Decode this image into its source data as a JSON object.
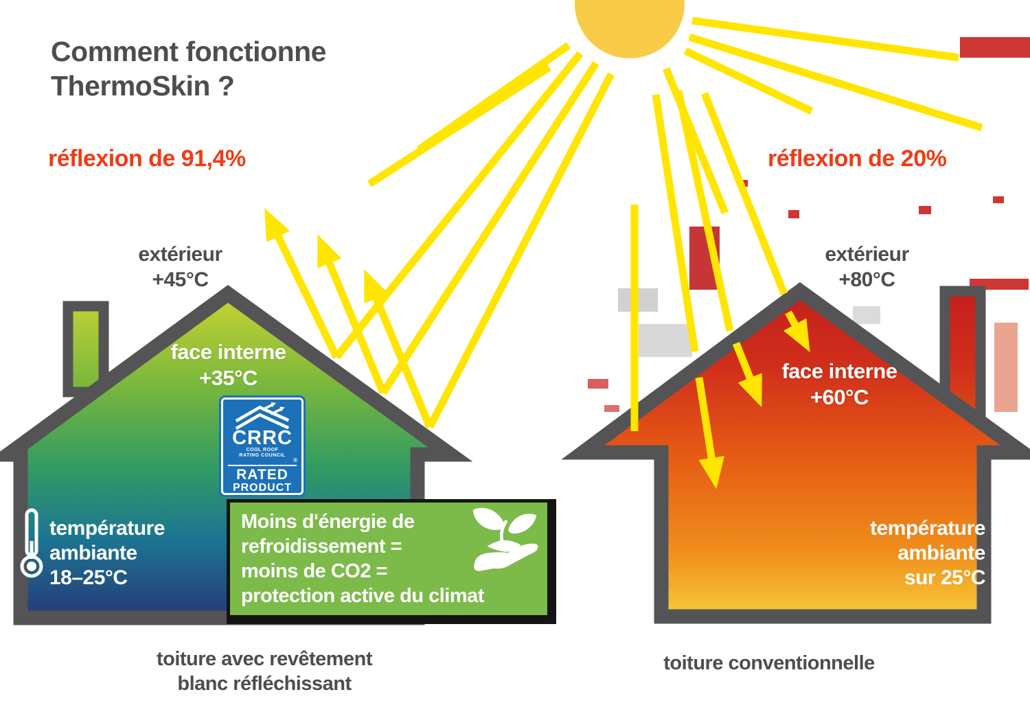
{
  "title": {
    "line1": "Comment fonctionne",
    "line2": "ThermoSkin ?"
  },
  "left_house": {
    "reflection_label": "réflexion de 91,4%",
    "surface_line1": "extérieur",
    "surface_line2": "+45°C",
    "inner_line1": "face interne",
    "inner_line2": "+35°C",
    "ambient_line1": "température",
    "ambient_line2": "ambiante",
    "ambient_line3": "18–25°C",
    "caption_line1": "toiture avec revêtement",
    "caption_line2": "blanc réfléchissant"
  },
  "right_house": {
    "reflection_label": "réflexion de 20%",
    "surface_line1": "extérieur",
    "surface_line2": "+80°C",
    "inner_line1": "face interne",
    "inner_line2": "+60°C",
    "ambient_line1": "température",
    "ambient_line2": "ambiante",
    "ambient_line3": "sur 25°C",
    "caption": "toiture conventionnelle"
  },
  "benefit_box": {
    "line1": "Moins d'énergie de",
    "line2": "refroidissement =",
    "line3": "moins de CO2 =",
    "line4": "protection active du climat"
  },
  "crrc_logo": {
    "acronym": "CRRC",
    "sub1": "COOL ROOF",
    "sub2": "RATING COUNCIL",
    "registered": "®",
    "rated": "RATED",
    "product": "PRODUCT"
  },
  "colors": {
    "accent_red": "#F03C14",
    "sun_yellow": "#F8CC47",
    "ray_yellow": "#FFE500",
    "house_outline_gray": "#545456",
    "text_gray": "#4D4D4F",
    "benefit_green": "#7CBA4A",
    "crrc_blue": "#1C71B8"
  }
}
